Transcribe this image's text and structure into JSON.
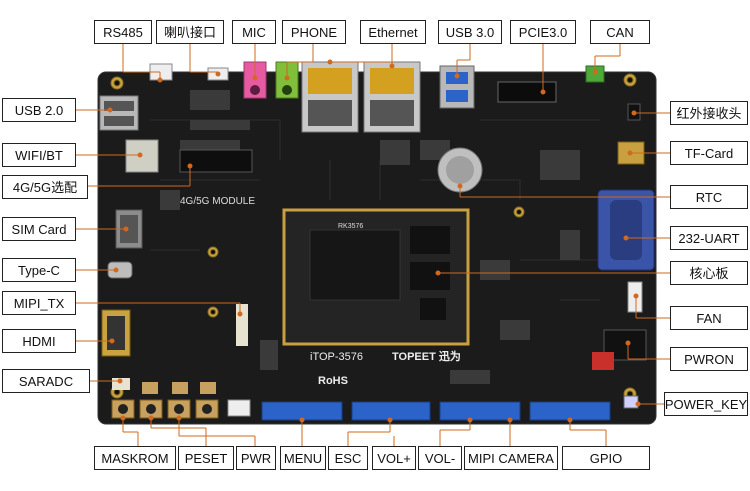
{
  "board": {
    "model_silk": "iTOP-3576",
    "brand_silk": "TOPEET 迅为",
    "rohs_silk": "RoHS",
    "module_silk": "4G/5G MODULE",
    "soc_silk": "RK3576",
    "colors": {
      "pcb": "#1b1b1b",
      "core_board": "#242424",
      "core_border": "#c8a040",
      "leader": "#d2691e",
      "box_border": "#222222",
      "header_blue": "#2b63c9",
      "mic_pink": "#e55aa0",
      "phone_green": "#7fbf3a",
      "serial_blue": "#3a55a8"
    }
  },
  "labels": {
    "rs485": "RS485",
    "speaker": "喇叭接口",
    "mic": "MIC",
    "phone": "PHONE",
    "ethernet": "Ethernet",
    "usb3": "USB 3.0",
    "pcie": "PCIE3.0",
    "can": "CAN",
    "usb2": "USB 2.0",
    "wifi": "WIFI/BT",
    "modem": "4G/5G选配",
    "sim": "SIM Card",
    "typec": "Type-C",
    "mipi_tx": "MIPI_TX",
    "hdmi": "HDMI",
    "saradc": "SARADC",
    "ir": "红外接收头",
    "tf": "TF-Card",
    "rtc": "RTC",
    "uart": "232-UART",
    "core": "核心板",
    "fan": "FAN",
    "pwron": "PWRON",
    "power_key": "POWER_KEY",
    "maskrom": "MASKROM",
    "reset": "PESET",
    "pwr": "PWR",
    "menu": "MENU",
    "esc": "ESC",
    "volup": "VOL+",
    "voldown": "VOL-",
    "mipi_camera": "MIPI CAMERA",
    "gpio": "GPIO"
  }
}
